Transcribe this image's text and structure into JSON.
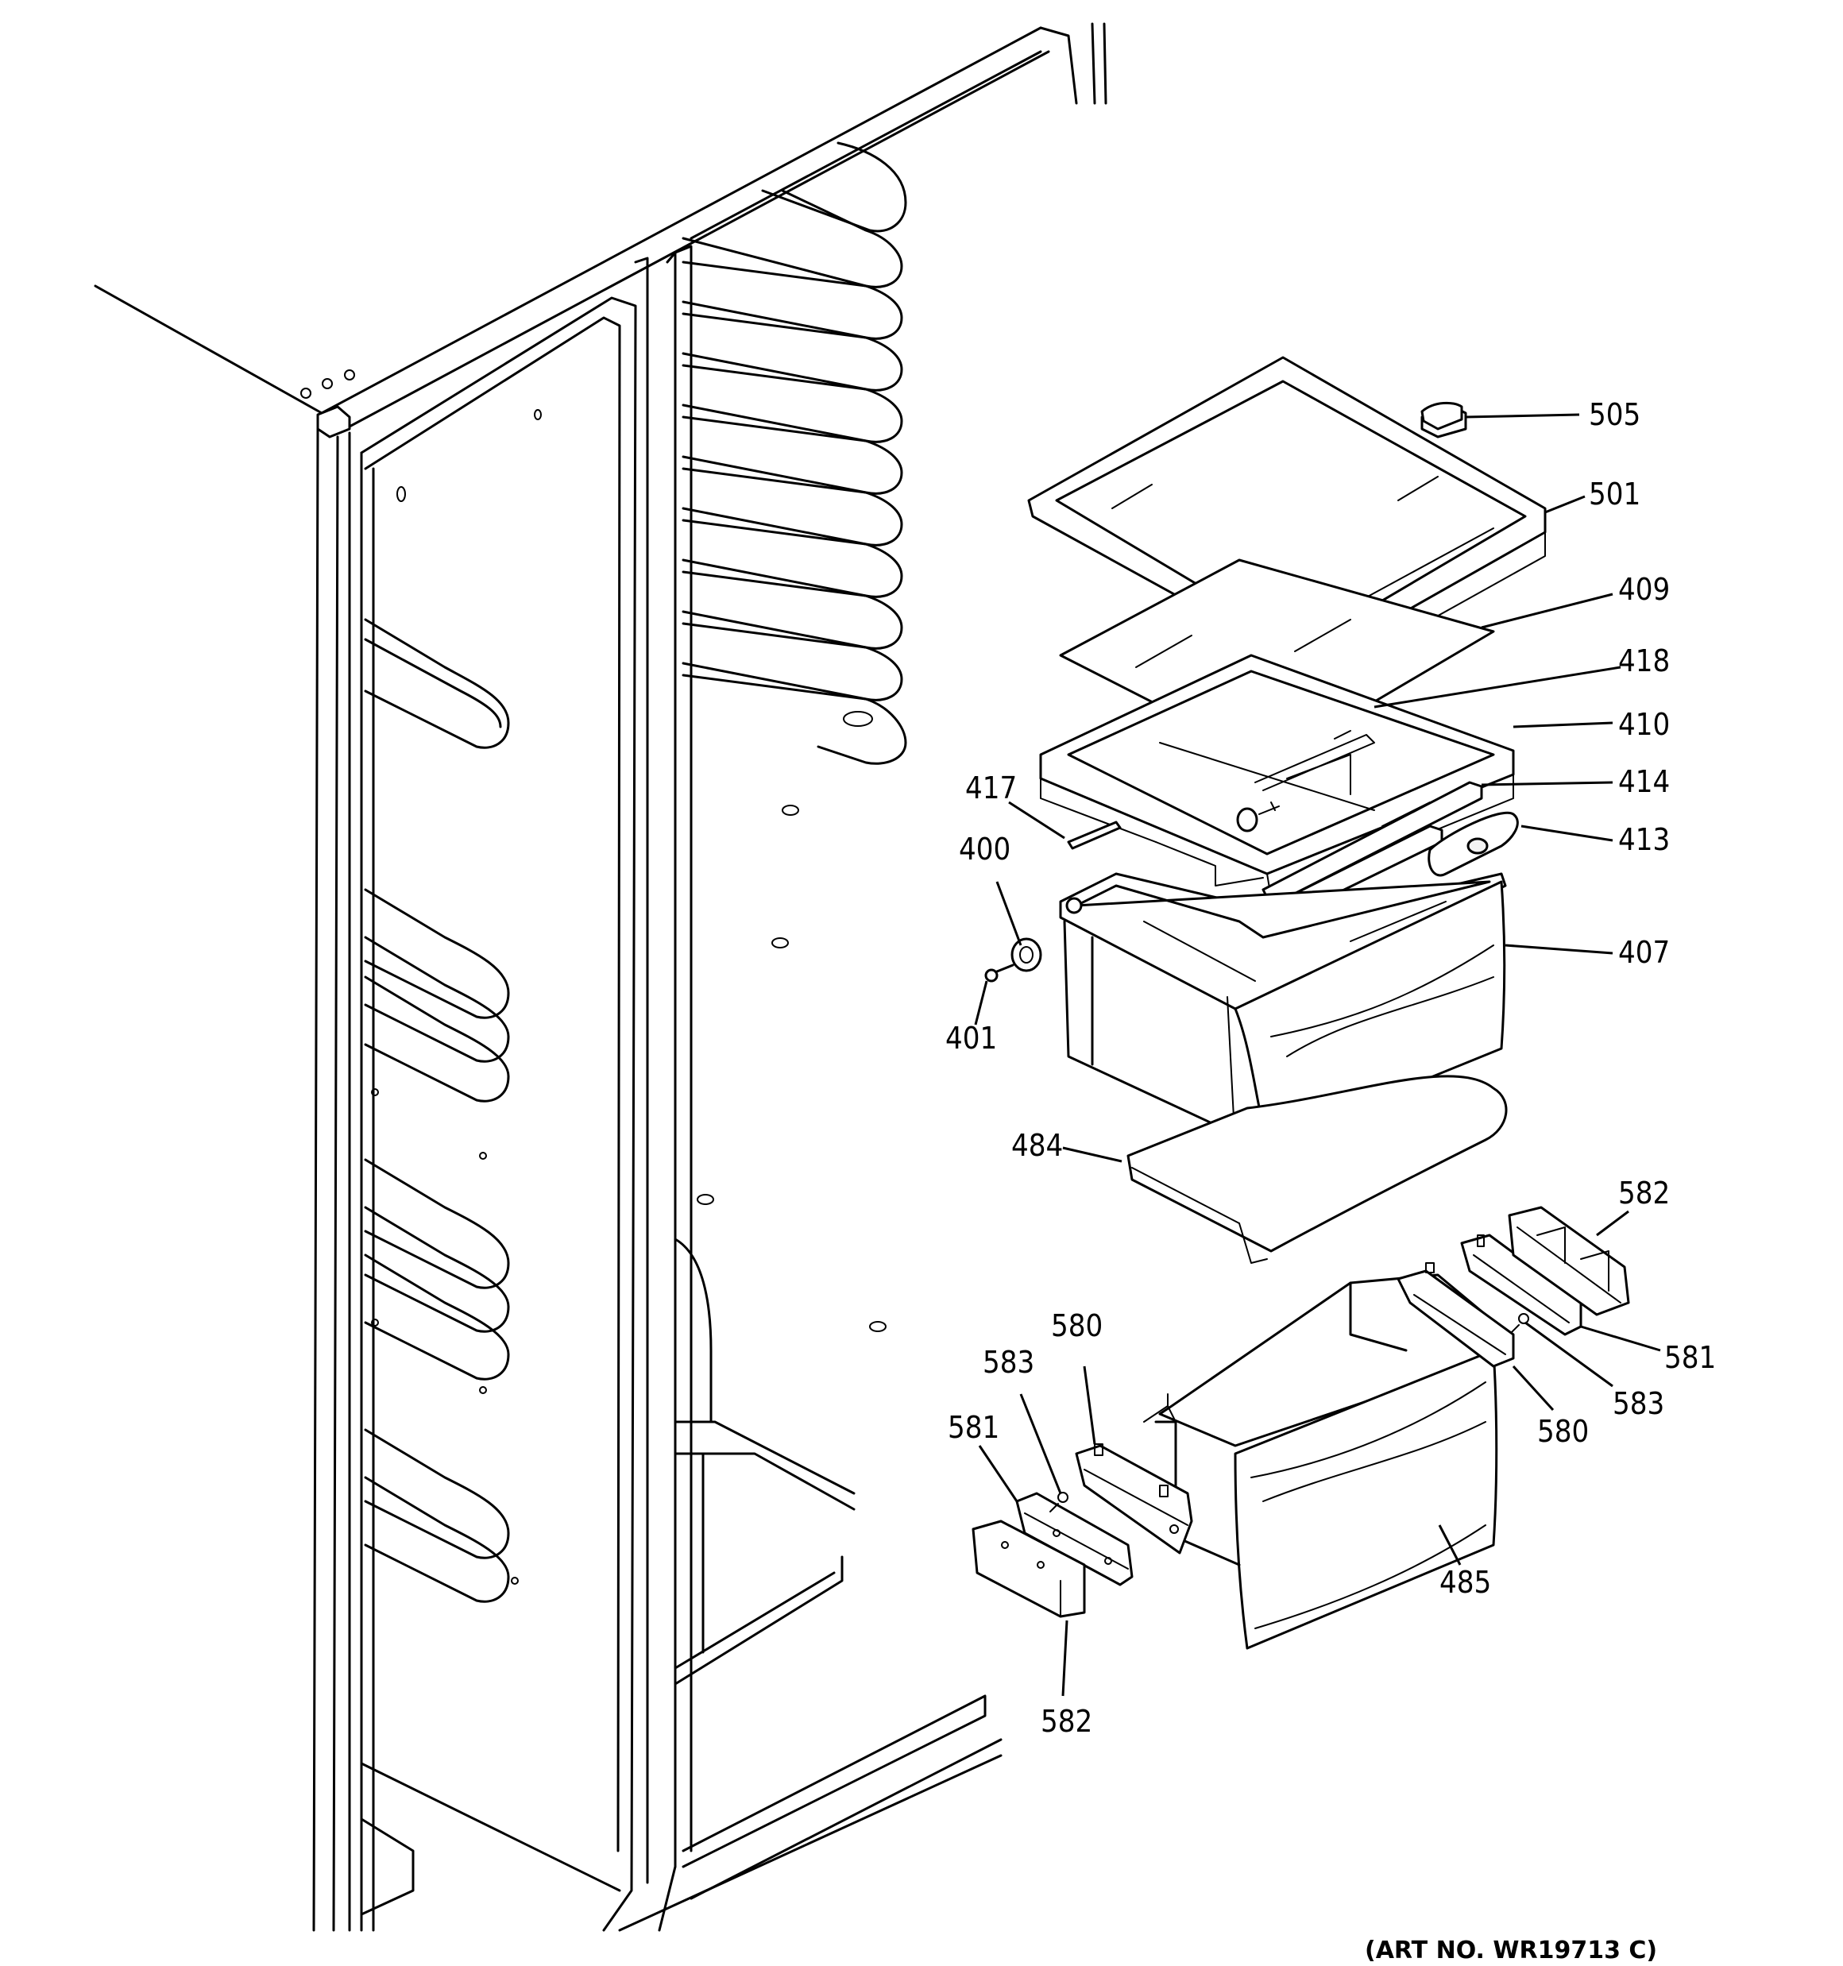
{
  "callouts": [
    {
      "id": "c505",
      "label": "505"
    },
    {
      "id": "c501",
      "label": "501"
    },
    {
      "id": "c409",
      "label": "409"
    },
    {
      "id": "c418",
      "label": "418"
    },
    {
      "id": "c410",
      "label": "410"
    },
    {
      "id": "c414",
      "label": "414"
    },
    {
      "id": "c413",
      "label": "413"
    },
    {
      "id": "c417",
      "label": "417"
    },
    {
      "id": "c400",
      "label": "400"
    },
    {
      "id": "c401",
      "label": "401"
    },
    {
      "id": "c407",
      "label": "407"
    },
    {
      "id": "c484",
      "label": "484"
    },
    {
      "id": "c582a",
      "label": "582"
    },
    {
      "id": "c581a",
      "label": "581"
    },
    {
      "id": "c583a",
      "label": "583"
    },
    {
      "id": "c580a",
      "label": "580"
    },
    {
      "id": "c580b",
      "label": "580"
    },
    {
      "id": "c583b",
      "label": "583"
    },
    {
      "id": "c581b",
      "label": "581"
    },
    {
      "id": "c485",
      "label": "485"
    },
    {
      "id": "c582b",
      "label": "582"
    }
  ],
  "art_number": "(ART NO. WR19713 C)"
}
